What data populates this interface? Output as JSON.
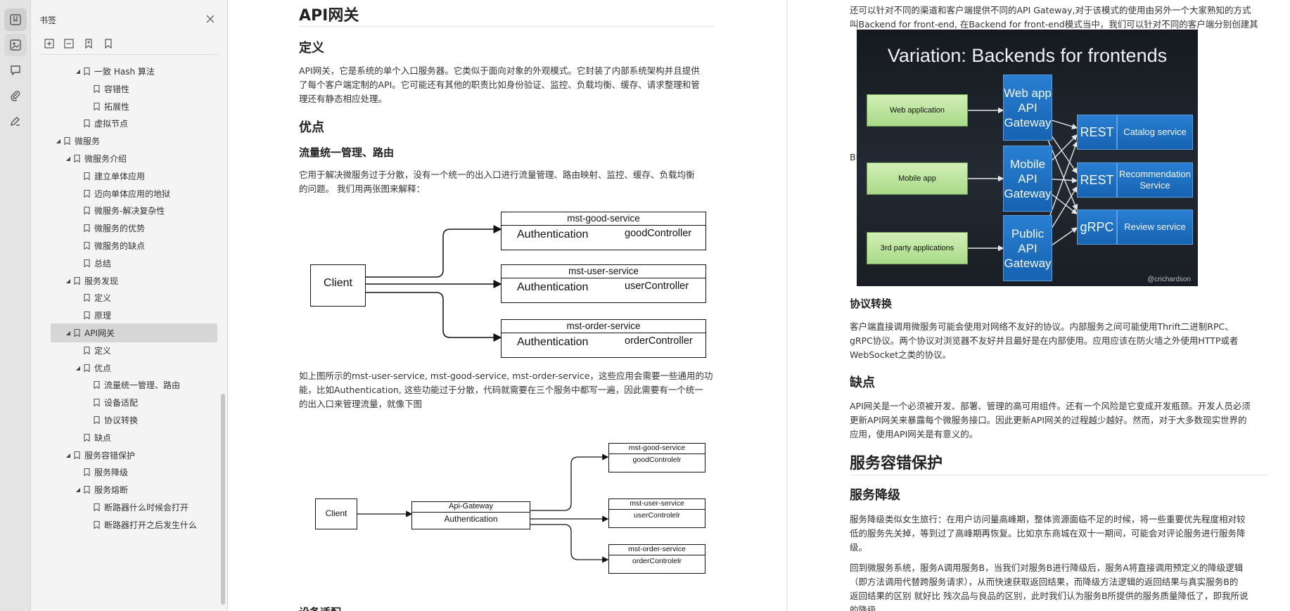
{
  "sidebar": {
    "title": "书签",
    "tree": [
      {
        "label": "一致 Hash 算法",
        "level": 2,
        "expanded": true
      },
      {
        "label": "容错性",
        "level": 3
      },
      {
        "label": "拓展性",
        "level": 3
      },
      {
        "label": "虚拟节点",
        "level": 2
      },
      {
        "label": "微服务",
        "level": 0,
        "expanded": true
      },
      {
        "label": "微服务介绍",
        "level": 1,
        "expanded": true
      },
      {
        "label": "建立单体应用",
        "level": 2
      },
      {
        "label": "迈向单体应用的地狱",
        "level": 2
      },
      {
        "label": "微服务-解决复杂性",
        "level": 2
      },
      {
        "label": "微服务的优势",
        "level": 2
      },
      {
        "label": "微服务的缺点",
        "level": 2
      },
      {
        "label": "总结",
        "level": 2
      },
      {
        "label": "服务发现",
        "level": 1,
        "expanded": true
      },
      {
        "label": "定义",
        "level": 2
      },
      {
        "label": "原理",
        "level": 2
      },
      {
        "label": "API网关",
        "level": 1,
        "expanded": true,
        "selected": true
      },
      {
        "label": "定义",
        "level": 2
      },
      {
        "label": "优点",
        "level": 2,
        "expanded": true
      },
      {
        "label": "流量统一管理、路由",
        "level": 3
      },
      {
        "label": "设备适配",
        "level": 3
      },
      {
        "label": "协议转换",
        "level": 3
      },
      {
        "label": "缺点",
        "level": 2
      },
      {
        "label": "服务容错保护",
        "level": 1,
        "expanded": true
      },
      {
        "label": "服务降级",
        "level": 2
      },
      {
        "label": "服务熔断",
        "level": 2,
        "expanded": true
      },
      {
        "label": "断路器什么时候会打开",
        "level": 3
      },
      {
        "label": "断路器打开之后发生什么",
        "level": 3
      }
    ]
  },
  "page1": {
    "title": "API网关",
    "h_def": "定义",
    "def_lines": [
      "API网关，它是系统的单个入口服务器。它类似于面向对象的外观模式。它封装了内部系统架构并且提供",
      "了每个客户端定制的API。它可能还有其他的职责比如身份验证、监控、负载均衡、缓存、请求整理和管",
      "理还有静态相应处理。"
    ],
    "h_adv": "优点",
    "h_route": "流量统一管理、路由",
    "route_lines": [
      "它用于解决微服务过于分散，没有一个统一的出入口进行流量管理、路由映射、监控、缓存、负载均衡",
      "的问题。 我们用两张图来解释："
    ],
    "diagram1": {
      "client": "Client",
      "services": [
        {
          "name": "mst-good-service",
          "auth": "Authentication",
          "controller": "goodController"
        },
        {
          "name": "mst-user-service",
          "auth": "Authentication",
          "controller": "userController"
        },
        {
          "name": "mst-order-service",
          "auth": "Authentication",
          "controller": "orderController"
        }
      ]
    },
    "after_lines": [
      "如上图所示的mst-user-service, mst-good-service, mst-order-service，这些应用会需要一些通用的功",
      "能，比如Authentication, 这些功能过于分散，代码就需要在三个服务中都写一遍，因此需要有一个统一",
      "的出入口来管理流量，就像下图"
    ],
    "diagram2": {
      "client": "Client",
      "gateway": "Api-Gateway",
      "auth": "Authentication",
      "services": [
        {
          "name": "mst-good-service",
          "controller": "goodControlelr"
        },
        {
          "name": "mst-user-service",
          "controller": "userControlelr"
        },
        {
          "name": "mst-order-service",
          "controller": "orderControlelr"
        }
      ]
    },
    "next_heading": "设备适配"
  },
  "page2": {
    "intro_lines": [
      "还可以针对不同的渠道和客户端提供不同的API Gateway,对于该模式的使用由另外一个大家熟知的方式",
      "叫Backend for front-end, 在Backend for front-end模式当中，我们可以针对不同的客户端分别创建其"
    ],
    "bff_suffix": "BFF。",
    "bff_image": {
      "title": "Variation: Backends for frontends",
      "clients": [
        "Web application",
        "Mobile app",
        "3rd party applications"
      ],
      "gateways": [
        "Web app API Gateway",
        "Mobile API Gateway",
        "Public API Gateway"
      ],
      "protocols": [
        "REST",
        "REST",
        "gRPC"
      ],
      "services": [
        "Catalog service",
        "Recommendation Service",
        "Review service"
      ],
      "credit": "@crichardson"
    },
    "h_proto": "协议转换",
    "proto_lines": [
      "客户端直接调用微服务可能会使用对网络不友好的协议。内部服务之间可能使用Thrift二进制RPC、",
      "gRPC协议。两个协议对浏览器不友好并且最好是在内部使用。应用应该在防火墙之外使用HTTP或者",
      "WebSocket之类的协议。"
    ],
    "h_cons": "缺点",
    "cons_lines": [
      "API网关是一个必须被开发、部署、管理的高可用组件。还有一个风险是它变成开发瓶颈。开发人员必须",
      "更新API网关来暴露每个微服务接口。因此更新API网关的过程越少越好。然而，对于大多数现实世界的",
      "应用，使用API网关是有意义的。"
    ],
    "h_fault": "服务容错保护",
    "h_degrade": "服务降级",
    "degrade_lines": [
      "服务降级类似女生旅行：在用户访问量高峰期，整体资源面临不足的时候，将一些重要优先程度相对较",
      "低的服务先关掉，等到过了高峰期再恢复。比如京东商城在双十一期间，可能会对评论服务进行服务降",
      "级。"
    ],
    "degrade2_lines": [
      "回到微服务系统，服务A调用服务B，当我们对服务B进行降级后，服务A将直接调用预定义的降级逻辑",
      "（即方法调用代替跨服务请求），从而快速获取返回结果，而降级方法逻辑的返回结果与真实服务B的",
      "返回结果的区别 就好比 残次品与良品的区别，此时我们认为服务B所提供的服务质量降低了，即我所说",
      "的降级。"
    ]
  }
}
